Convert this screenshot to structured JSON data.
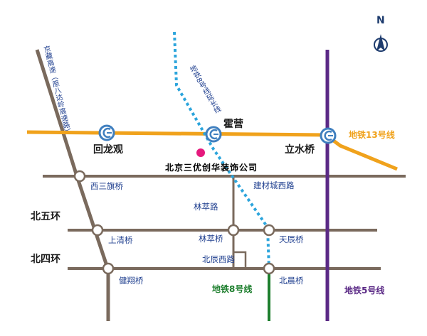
{
  "colors": {
    "road": "#7a6a5d",
    "road_casing": "#ffffff",
    "line13": "#f0a21c",
    "line5": "#5b2a86",
    "line8": "#1e7f2e",
    "line8_extension": "#2da5dc",
    "subway_icon": "#3f7fbf",
    "company_marker": "#e5197d",
    "label_blue": "#1f3f8f",
    "north_arrow": "#1e3c6e"
  },
  "north": {
    "label": "N"
  },
  "expressway": {
    "label": "京藏高速（原八达岭高速路）"
  },
  "extension": {
    "label": "地铁8号线延长线"
  },
  "stations": {
    "huilongguan": "回龙观",
    "huoying": "霍营",
    "lishuiqiao": "立水桥"
  },
  "company": {
    "label": "北京三优创华装饰公司"
  },
  "rings": {
    "north5": "北五环",
    "north4": "北四环"
  },
  "bridges": {
    "xisanqi": "西三旗桥",
    "shangqing": "上清桥",
    "jianxiang": "健翔桥",
    "lincui": "林萃桥",
    "tianchen": "天辰桥",
    "beichen": "北晨桥"
  },
  "roads": {
    "jiancaicheng_west": "建材城西路",
    "lincui_road": "林萃路",
    "beichen_west": "北辰西路"
  },
  "subway_lines": {
    "line13": "地铁13号线",
    "line8": "地铁8号线",
    "line5": "地铁5号线"
  },
  "station_icon": {
    "glyph": "⊂"
  }
}
